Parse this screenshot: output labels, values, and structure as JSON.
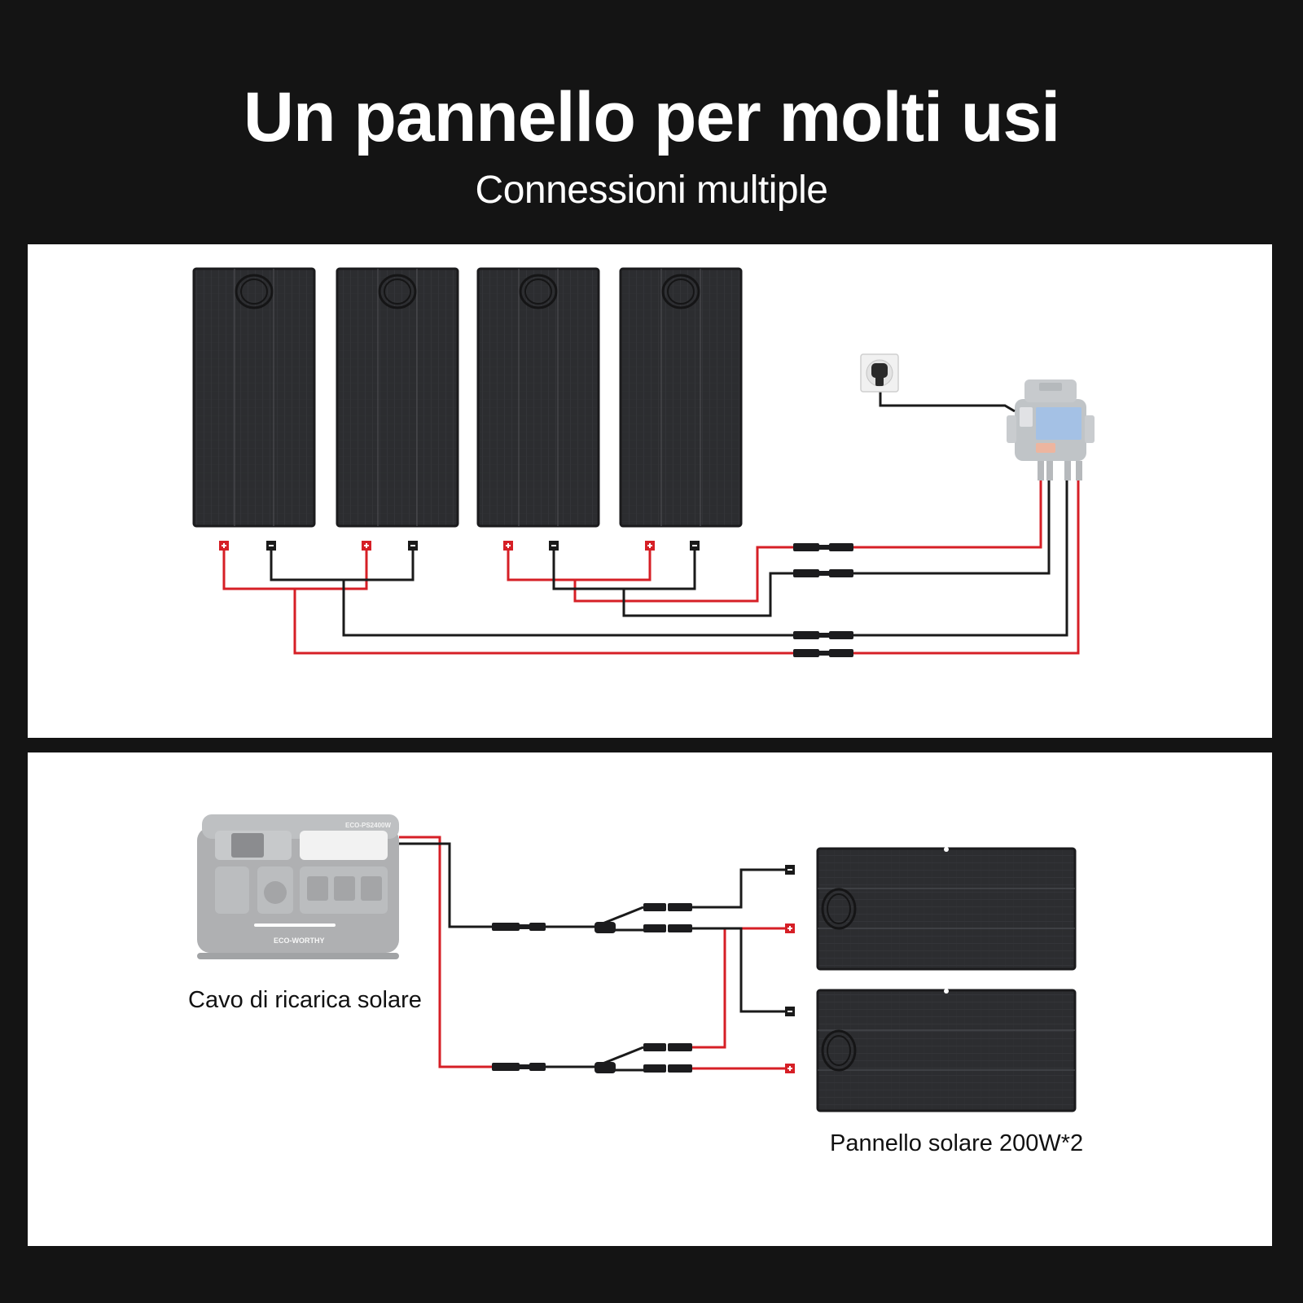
{
  "header": {
    "title": "Un pannello per molti usi",
    "subtitle": "Connessioni multiple"
  },
  "top_scene": {
    "panel_count": 4,
    "components": [
      "solar-panel",
      "solar-panel",
      "solar-panel",
      "solar-panel",
      "wall-socket",
      "micro-inverter"
    ]
  },
  "bottom_scene": {
    "station_model": "ECO-PS2400W",
    "station_brand": "ECO-WORTHY",
    "station_caption": "Cavo di ricarica solare",
    "panels_caption": "Pannello solare 200W*2",
    "panel_count": 2
  },
  "colors": {
    "background": "#141414",
    "box": "#ffffff",
    "positive_wire": "#d61f26",
    "negative_wire": "#1a1a1a",
    "panel": "#2b2c2e"
  }
}
